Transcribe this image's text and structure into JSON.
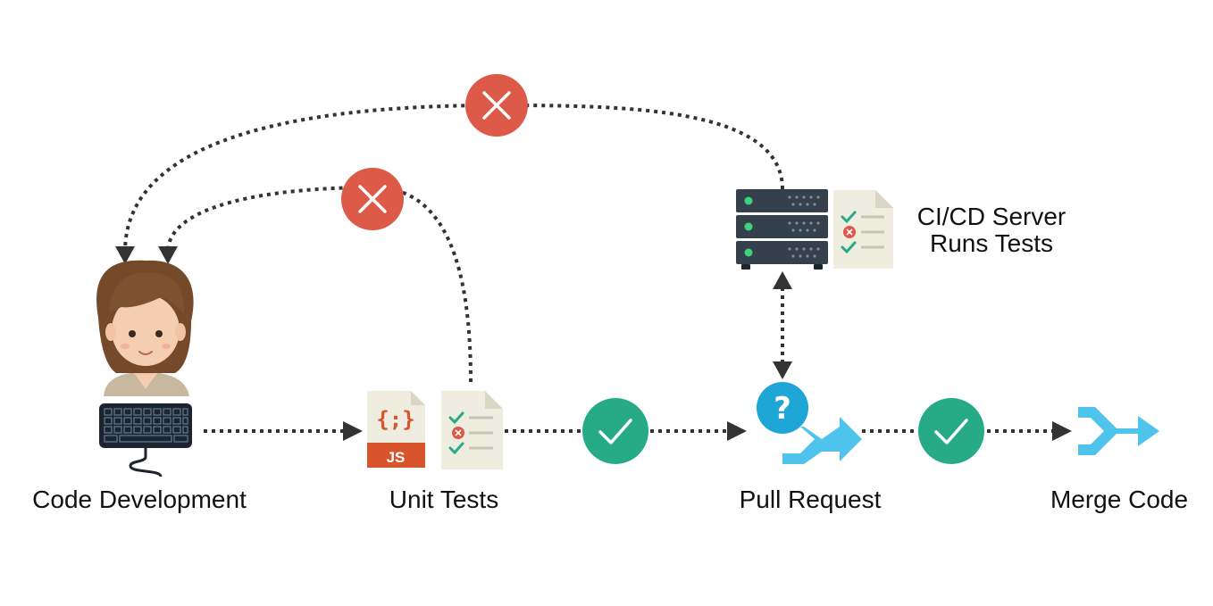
{
  "labels": {
    "code_development": "Code Development",
    "unit_tests": "Unit Tests",
    "pull_request": "Pull Request",
    "merge_code": "Merge Code",
    "ci_line1": "CI/CD Server",
    "ci_line2": "Runs Tests"
  },
  "icons": {
    "js_file_symbol": "{;}",
    "js_file_tag": "JS",
    "question_mark": "?"
  },
  "colors": {
    "fail": "#dd5a49",
    "pass": "#27ab87",
    "flow": "#333333",
    "merge": "#4ec4ec",
    "question": "#1ea6d6",
    "server": "#34404b",
    "js_orange": "#d9542a",
    "doc_paper": "#efece0"
  }
}
